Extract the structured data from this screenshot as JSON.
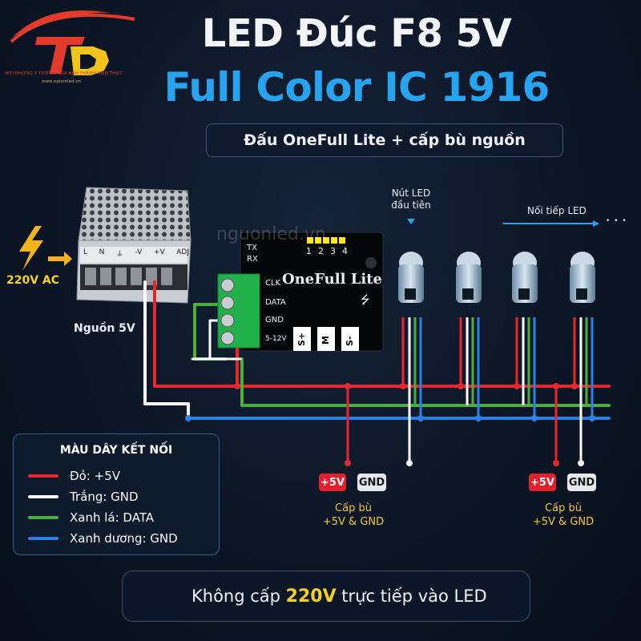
{
  "logo": {
    "letters": "TĐ",
    "tagline": "NƠI NHỮNG Ý TƯỞNG CỦA BẠN THÀNH HIỆN THỰC",
    "url": "www.nguonled.vn"
  },
  "header": {
    "title_line1": "LED Đúc F8 5V",
    "title_line2": "Full Color IC 1916",
    "subtitle": "Đấu OneFull Lite + cấp bù nguồn"
  },
  "watermark": "nguonled.vn",
  "power_supply": {
    "terminals": [
      "L",
      "N",
      "⏚",
      "-V",
      "+V",
      "ADJ"
    ],
    "label": "Nguồn 5V",
    "input_label": "220V AC"
  },
  "controller": {
    "name": "OneFull Lite",
    "tx": "TX",
    "rx": "RX",
    "ports": [
      "1",
      "2",
      "3",
      "4"
    ],
    "pins": [
      "CLK",
      "DATA",
      "GND",
      "5-12V"
    ],
    "bottom_pins": [
      "S+",
      "M",
      "S-"
    ]
  },
  "leds": {
    "first_label": "Nút LED\nđầu tiên",
    "series_label": "Nối tiếp LED",
    "ellipsis": "• • •"
  },
  "feeds": [
    {
      "plus": "+5V",
      "gnd": "GND",
      "note": "Cấp bù\n+5V & GND"
    },
    {
      "plus": "+5V",
      "gnd": "GND",
      "note": "Cấp bù\n+5V & GND"
    }
  ],
  "legend": {
    "title": "MÀU DÂY KẾT NỐI",
    "items": [
      {
        "label": "Đỏ: +5V",
        "color": "#e8262e"
      },
      {
        "label": "Trắng: GND",
        "color": "#ffffff"
      },
      {
        "label": "Xanh lá: DATA",
        "color": "#4caf3d"
      },
      {
        "label": "Xanh dương: GND",
        "color": "#2d7fe0"
      }
    ]
  },
  "warning": {
    "prefix": "Không cấp ",
    "highlight": "220V",
    "suffix": " trực tiếp vào LED",
    "icon": "warning-triangle-icon"
  },
  "colors": {
    "red_wire": "#e8262e",
    "white_wire": "#ffffff",
    "green_wire": "#4caf3d",
    "blue_wire": "#2d7fe0",
    "title_blue": "#27a4ef",
    "accent_yellow": "#f6d21f",
    "lightning": "#f5b21a"
  }
}
